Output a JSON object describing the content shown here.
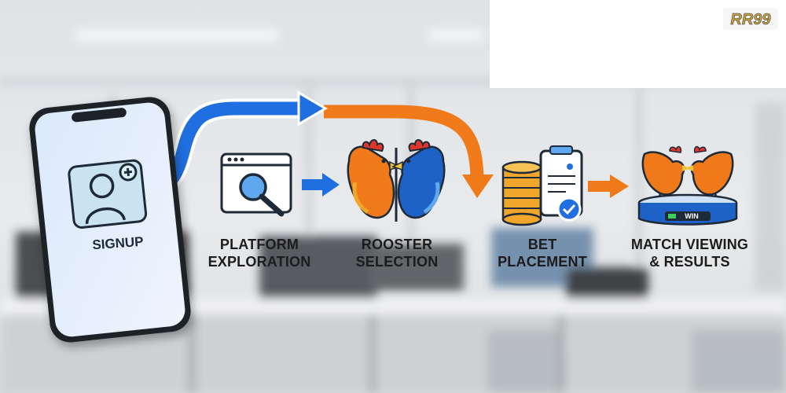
{
  "brand": {
    "logo_text": "RR99"
  },
  "steps": [
    {
      "id": "signup",
      "label": "SIGNUP"
    },
    {
      "id": "platform-exploration",
      "label": "PLATFORM\nEXPLORATION"
    },
    {
      "id": "rooster-selection",
      "label": "ROOSTER\nSELECTION"
    },
    {
      "id": "bet-placement",
      "label": "BET\nPLACEMENT"
    },
    {
      "id": "match-viewing-results",
      "label": "MATCH VIEWING\n& RESULTS"
    }
  ],
  "arena": {
    "badge": "WIN"
  },
  "colors": {
    "blue_arrow": "#1f6fe0",
    "orange_arrow": "#f07a1a",
    "gold": "#f0a62a",
    "blue_rooster": "#1e62c8",
    "orange_rooster": "#f07a1a"
  },
  "icons": [
    "user-add-icon",
    "search-window-icon",
    "rooster-orange-icon",
    "rooster-blue-icon",
    "coin-stack-icon",
    "bet-slip-icon",
    "checkmark-icon",
    "fighting-roosters-icon"
  ]
}
